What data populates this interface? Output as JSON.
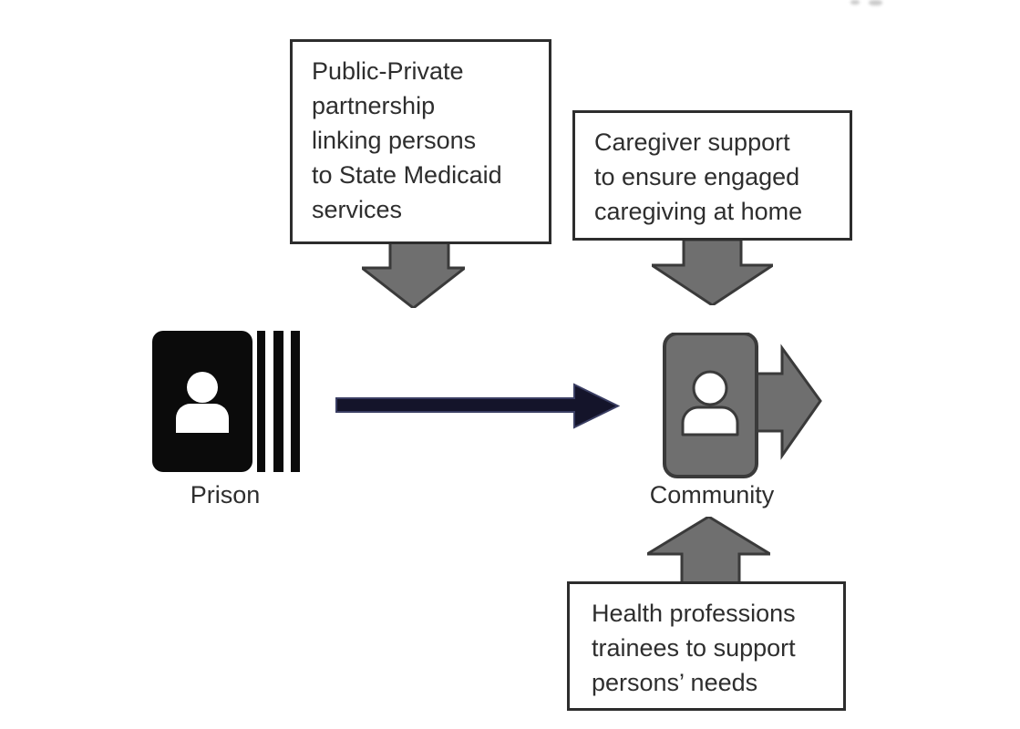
{
  "colors": {
    "bg": "#ffffff",
    "box_border": "#2d2d2d",
    "text": "#2e2e2e",
    "gray_fill": "#6f6f6f",
    "gray_border": "#3a3a3a",
    "ink": "#0b0b0b",
    "arrow_dark": "#14142a",
    "arrow_dark_rim": "#3a3e63"
  },
  "diagram": {
    "boxes": {
      "medicaid": "Public-Private\npartnership\nlinking persons\nto State Medicaid\nservices",
      "caregiver": "Caregiver support\nto ensure engaged\ncaregiving at home",
      "trainees": "Health professions\ntrainees to support\npersons’ needs"
    },
    "labels": {
      "prison": "Prison",
      "community": "Community"
    },
    "icons": {
      "prison": "person-id-card-behind-bars-icon",
      "community": "person-card-with-exit-arrow-icon",
      "transition": "right-block-arrow",
      "medicaid_input": "down-block-arrow",
      "caregiver_input": "down-block-arrow",
      "trainees_input": "up-block-arrow"
    }
  }
}
